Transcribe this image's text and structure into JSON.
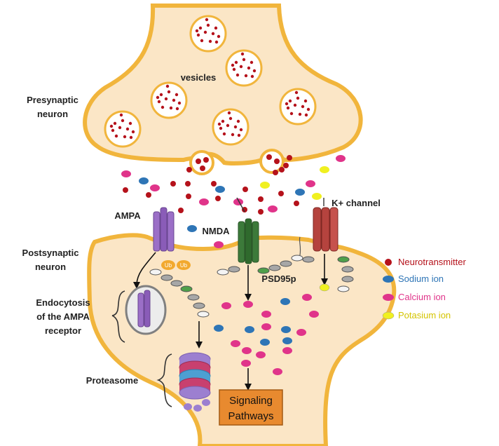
{
  "labels": {
    "presynaptic_line1": "Presynaptic",
    "presynaptic_line2": "neuron",
    "vesicles": "vesicles",
    "ampa": "AMPA",
    "nmda": "NMDA",
    "k_channel": "K+ channel",
    "postsynaptic_line1": "Postsynaptic",
    "postsynaptic_line2": "neuron",
    "psd95p": "PSD95p",
    "endocytosis_line1": "Endocytosis",
    "endocytosis_line2": "of the AMPA",
    "endocytosis_line3": "receptor",
    "proteasome": "Proteasome",
    "ub": "Ub",
    "signaling_line1": "Signaling",
    "signaling_line2": "Pathways"
  },
  "legend": [
    {
      "label": "Neurotransmitter",
      "color": "#b5121b",
      "text_color": "#b5121b"
    },
    {
      "label": "Sodium ion",
      "color": "#2e75b6",
      "text_color": "#2e75b6"
    },
    {
      "label": "Calcium ion",
      "color": "#e0348a",
      "text_color": "#e0348a"
    },
    {
      "label": "Potasium ion",
      "color": "#f0f020",
      "text_color": "#d4c400"
    }
  ],
  "colors": {
    "cytoplasm": "#fbe6c6",
    "membrane": "#f1b53c",
    "ampa": "#9b6fc7",
    "nmda": "#3c7a3a",
    "k_channel": "#b5433e",
    "ub": "#f2a92e",
    "signaling_box": "#e88a2f"
  }
}
